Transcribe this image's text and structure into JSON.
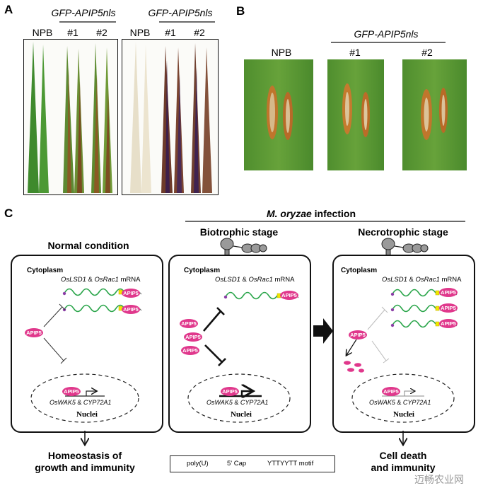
{
  "panel_a": {
    "letter": "A",
    "group_label": "GFP-APIP5nls",
    "lanes": [
      "NPB",
      "#1",
      "#2"
    ]
  },
  "panel_b": {
    "letter": "B",
    "group_label": "GFP-APIP5nls",
    "lanes": [
      "NPB",
      "#1",
      "#2"
    ]
  },
  "panel_c": {
    "letter": "C",
    "infection_title": "M. oryzae",
    "infection_suffix": " infection",
    "normal": {
      "title": "Normal condition",
      "outcome_line1": "Homeostasis of",
      "outcome_line2": "growth and immunity"
    },
    "biotrophic": {
      "title": "Biotrophic stage"
    },
    "necrotrophic": {
      "title": "Necrotrophic stage",
      "outcome_line1": "Cell death",
      "outcome_line2": "and immunity"
    },
    "cytoplasm": "Cytoplasm",
    "mrna_gene1": "OsLSD1",
    "mrna_amp": " & ",
    "mrna_gene2": "OsRac1",
    "mrna_suffix": " mRNA",
    "protein": "APIP5",
    "nuc_gene1": "OsWAK5",
    "nuc_amp": " & ",
    "nuc_gene2": "CYP72A1",
    "nuclei": "Nuclei",
    "legend": {
      "polyu": "poly(U)",
      "cap": "5' Cap",
      "motif": "YTTYYTT motif"
    },
    "colors": {
      "apip5": "#e0388c",
      "mrna": "#2aa54a",
      "polyu": "#f2e600",
      "cap": "#8a3fa6",
      "motif": "#9a9a9a"
    }
  },
  "watermark": "迈畅农业网"
}
